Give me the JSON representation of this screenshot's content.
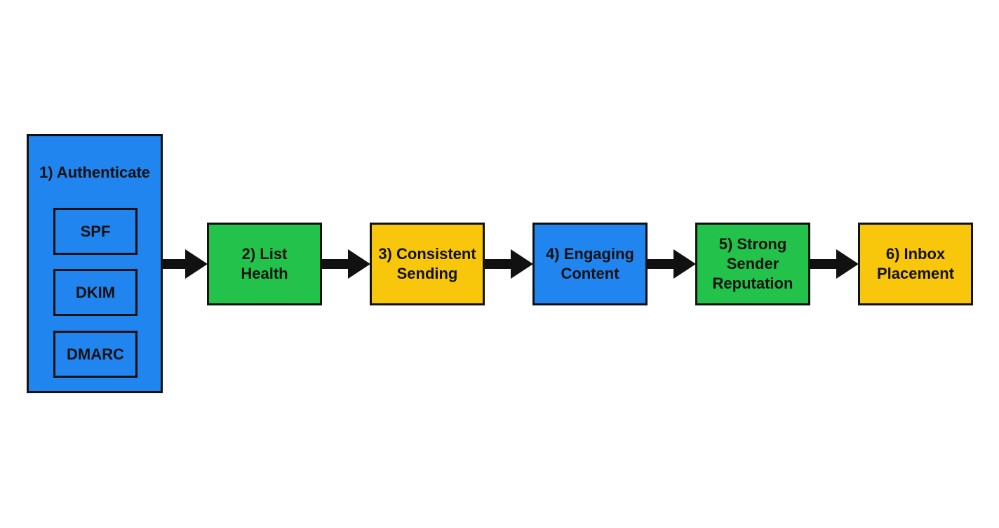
{
  "diagram": {
    "steps": [
      {
        "label": "1) Authenticate",
        "color": "#2185f0",
        "items": [
          "SPF",
          "DKIM",
          "DMARC"
        ]
      },
      {
        "label": "2) List\nHealth",
        "color": "#23c24a"
      },
      {
        "label": "3) Consistent\nSending",
        "color": "#f8c60a"
      },
      {
        "label": "4) Engaging\nContent",
        "color": "#2185f0"
      },
      {
        "label": "5) Strong\nSender\nReputation",
        "color": "#23c24a"
      },
      {
        "label": "6) Inbox\nPlacement",
        "color": "#f8c60a"
      }
    ],
    "arrow_color": "#111111"
  }
}
